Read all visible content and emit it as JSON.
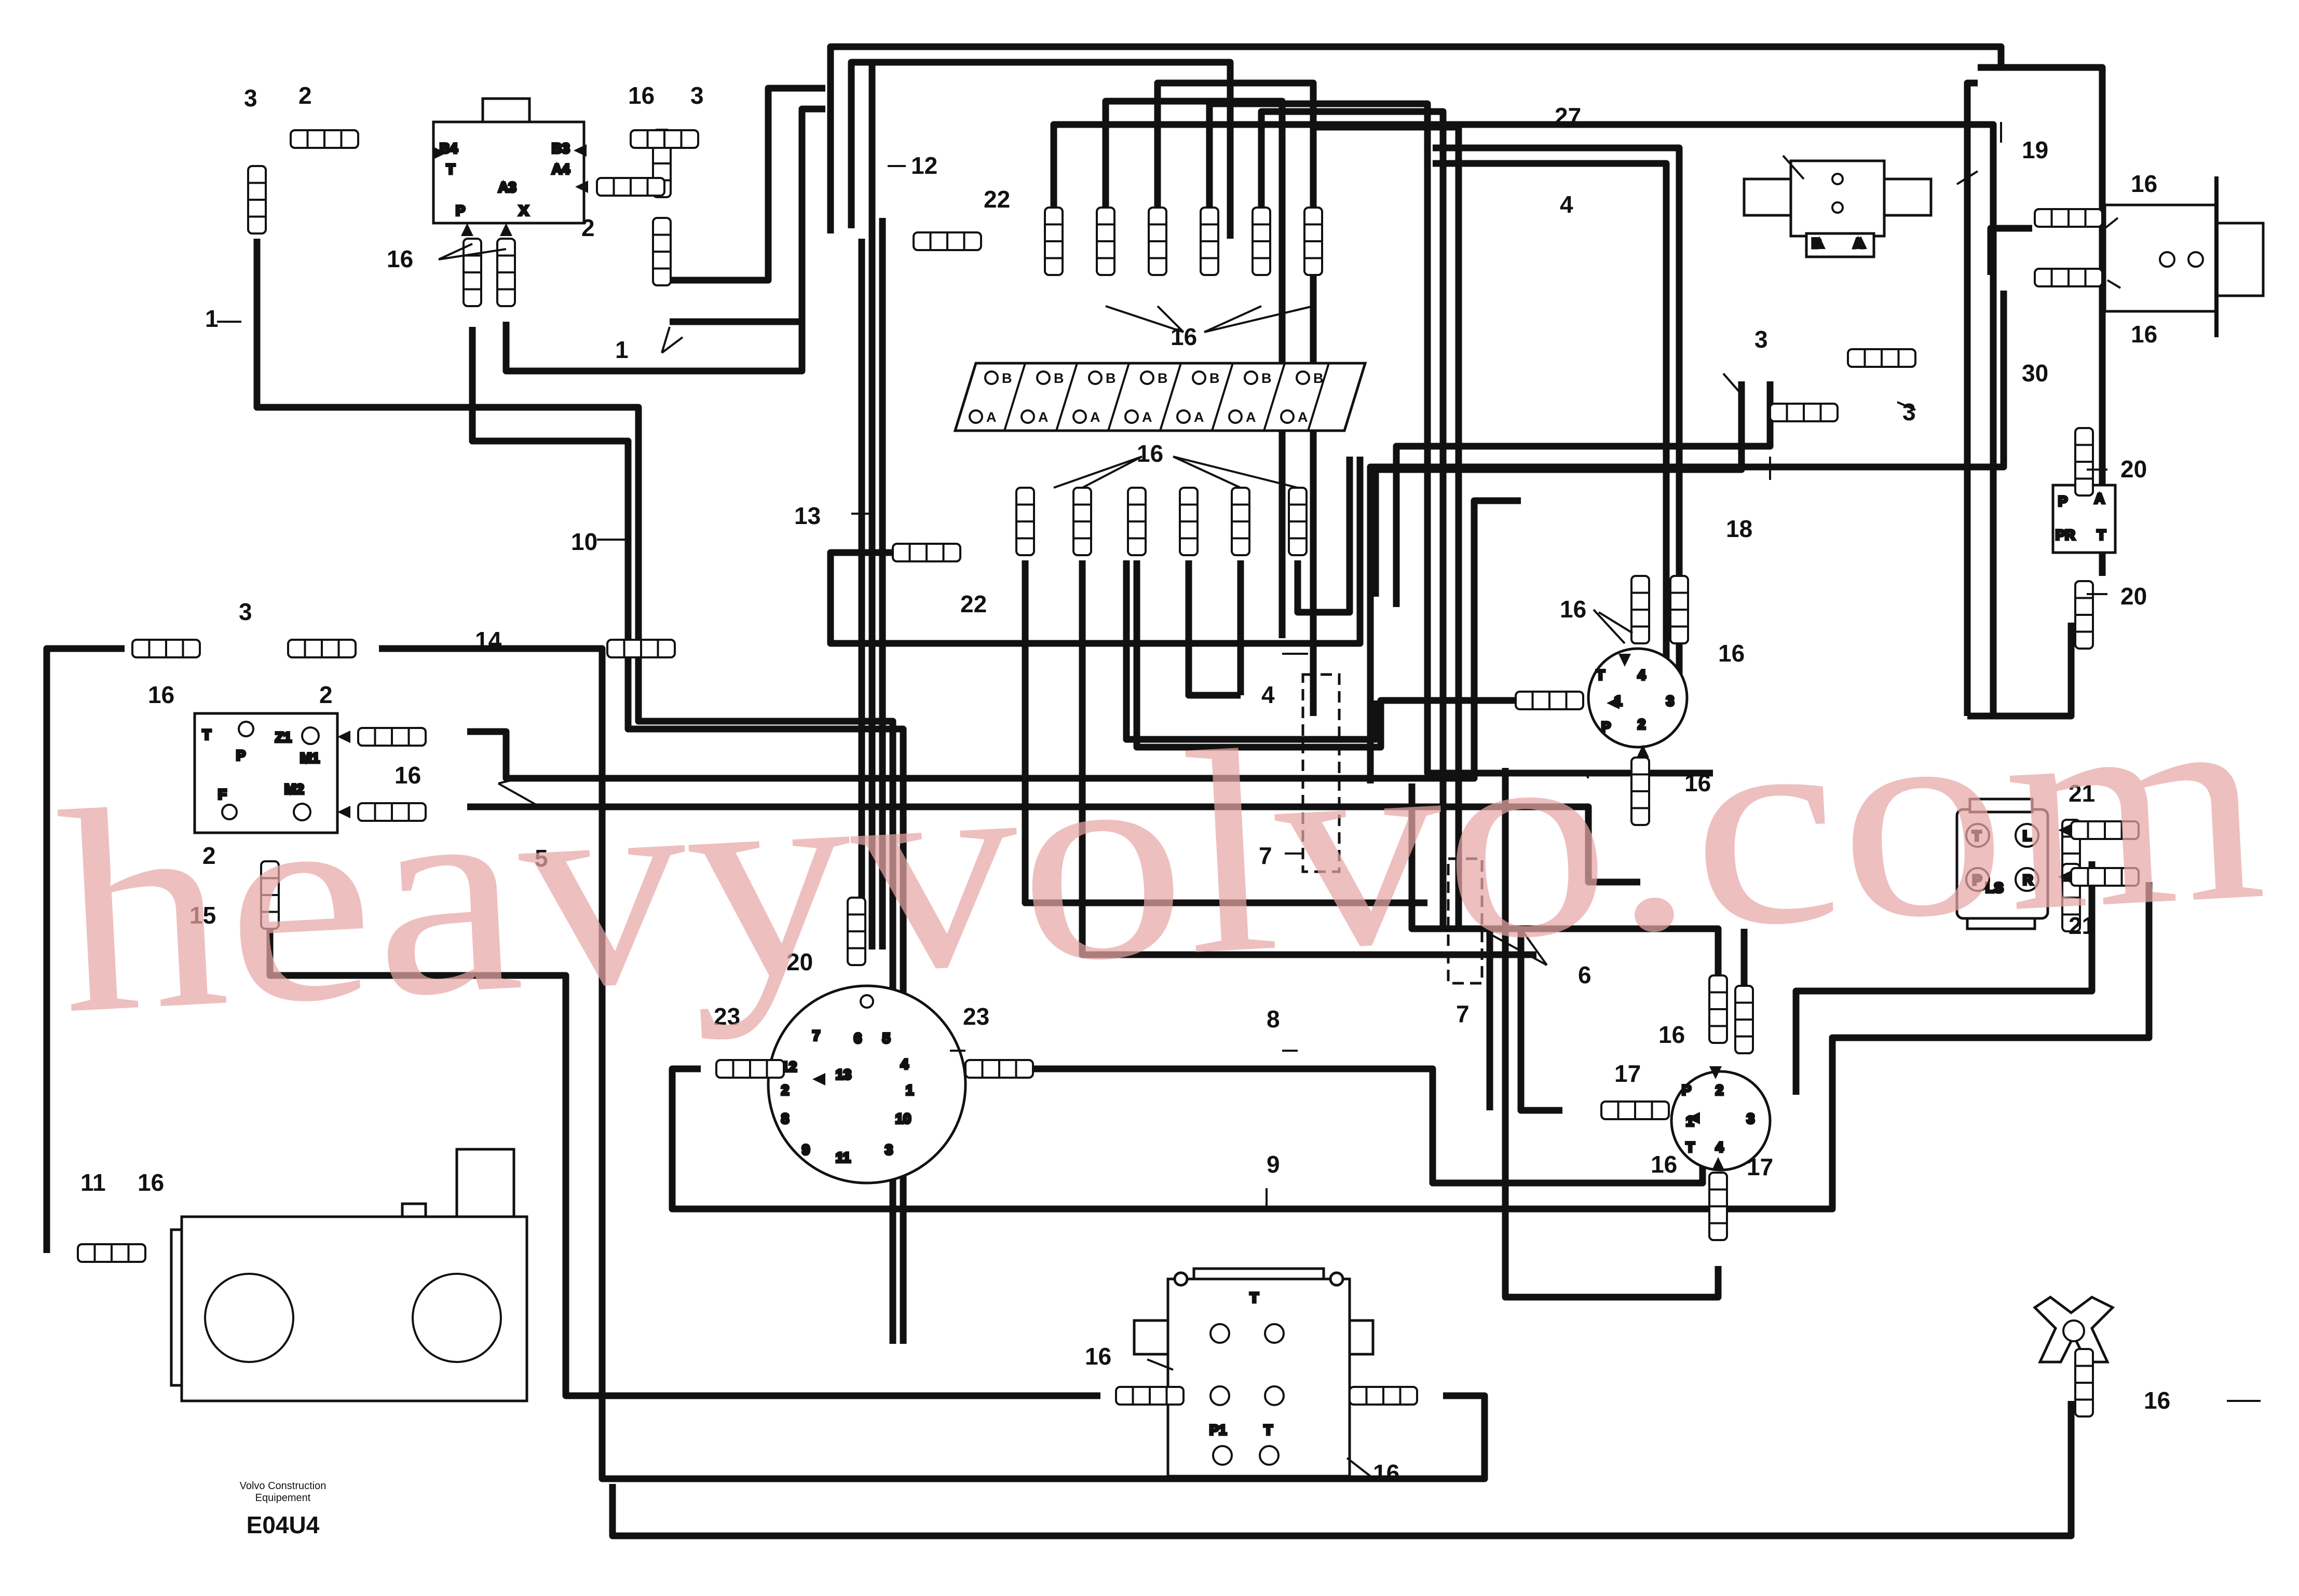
{
  "footer": {
    "maker_line1": "Volvo Construction",
    "maker_line2": "Equipement",
    "figure_code": "E04U4"
  },
  "watermark": {
    "text": "heavyvolvo.com",
    "color": "#e8a6a6"
  },
  "colors": {
    "line": "#111111",
    "component_fill": "#ffffff"
  },
  "callouts": {
    "c1": "1",
    "c2": "2",
    "c3": "3",
    "c4": "4",
    "c5": "5",
    "c6": "6",
    "c7": "7",
    "c8": "8",
    "c9": "9",
    "c10": "10",
    "c11": "11",
    "c12": "12",
    "c13": "13",
    "c14": "14",
    "c15": "15",
    "c16": "16",
    "c17": "17",
    "c18": "18",
    "c19": "19",
    "c20": "20",
    "c21": "21",
    "c22": "22",
    "c23": "23",
    "c27": "27",
    "c30": "30"
  },
  "ports": {
    "A": "A",
    "B": "B",
    "T": "T",
    "P": "P",
    "PR": "PR",
    "F": "F",
    "L": "L",
    "LS": "LS",
    "A3": "A3",
    "A4": "A4",
    "B3": "B3",
    "B4": "B4",
    "X": "X",
    "Z1": "Z1",
    "M1": "M1",
    "M2": "M2",
    "P1": "P1",
    "n1": "1",
    "n2": "2",
    "n3": "3",
    "n4": "4",
    "n5": "5",
    "n6": "6",
    "n7": "7",
    "n8": "8",
    "n9": "9",
    "n10": "10",
    "n11": "11",
    "n12": "12",
    "n13": "13"
  }
}
